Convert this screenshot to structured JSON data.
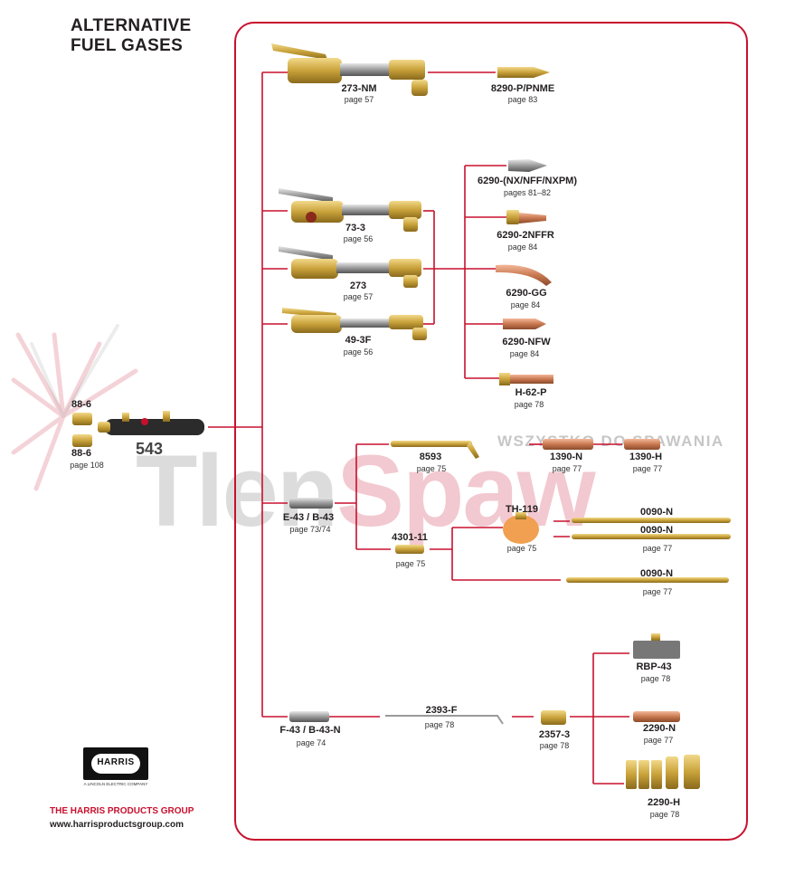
{
  "heading": {
    "line1": "ALTERNATIVE",
    "line2": "FUEL GASES"
  },
  "watermark": {
    "part1": "Tlen",
    "part2": "Spaw",
    "small": "WSZYSTKO DO SPAWANIA"
  },
  "colors": {
    "accent": "#c8102e",
    "brass": "#c9a23a",
    "copper": "#c87850",
    "text": "#231f20"
  },
  "products": {
    "p543": {
      "label": "543"
    },
    "p88_6_top": {
      "label": "88-6"
    },
    "p88_6_bottom": {
      "label": "88-6",
      "page": "page 108"
    },
    "p273nm": {
      "label": "273-NM",
      "page": "page 57"
    },
    "p8290": {
      "label": "8290-P/PNME",
      "page": "page 83"
    },
    "p73_3": {
      "label": "73-3",
      "page": "page 56"
    },
    "p273": {
      "label": "273",
      "page": "page 57"
    },
    "p49_3f": {
      "label": "49-3F",
      "page": "page 56"
    },
    "p6290nx": {
      "label": "6290-(NX/NFF/NXPM)",
      "page": "pages 81–82"
    },
    "p6290nffr": {
      "label": "6290-2NFFR",
      "page": "page 84"
    },
    "p6290gg": {
      "label": "6290-GG",
      "page": "page 84"
    },
    "p6290nfw": {
      "label": "6290-NFW",
      "page": "page 84"
    },
    "ph62p": {
      "label": "H-62-P",
      "page": "page 78"
    },
    "pe43": {
      "label": "E-43 / B-43",
      "page": "page 73/74"
    },
    "p8593": {
      "label": "8593",
      "page": "page 75"
    },
    "p1390n": {
      "label": "1390-N",
      "page": "page 77"
    },
    "p1390h": {
      "label": "1390-H",
      "page": "page 77"
    },
    "p4301": {
      "label": "4301-11",
      "page": "page 75"
    },
    "pth119": {
      "label": "TH-119",
      "page": "page 75"
    },
    "p0090a": {
      "label": "0090-N"
    },
    "p0090b": {
      "label": "0090-N",
      "page": "page 77"
    },
    "p0090c": {
      "label": "0090-N",
      "page": "page 77"
    },
    "pf43": {
      "label": "F-43 / B-43-N",
      "page": "page 74"
    },
    "p2393f": {
      "label": "2393-F",
      "page": "page 78"
    },
    "p2357": {
      "label": "2357-3",
      "page": "page 78"
    },
    "prbp43": {
      "label": "RBP-43",
      "page": "page 78"
    },
    "p2290n": {
      "label": "2290-N",
      "page": "page 77"
    },
    "p2290h": {
      "label": "2290-H",
      "page": "page 78"
    }
  },
  "logo": {
    "word": "HARRIS",
    "sub": "A LINCOLN ELECTRIC COMPANY"
  },
  "footer": {
    "company": "THE HARRIS PRODUCTS GROUP",
    "website": "www.harrisproductsgroup.com"
  }
}
